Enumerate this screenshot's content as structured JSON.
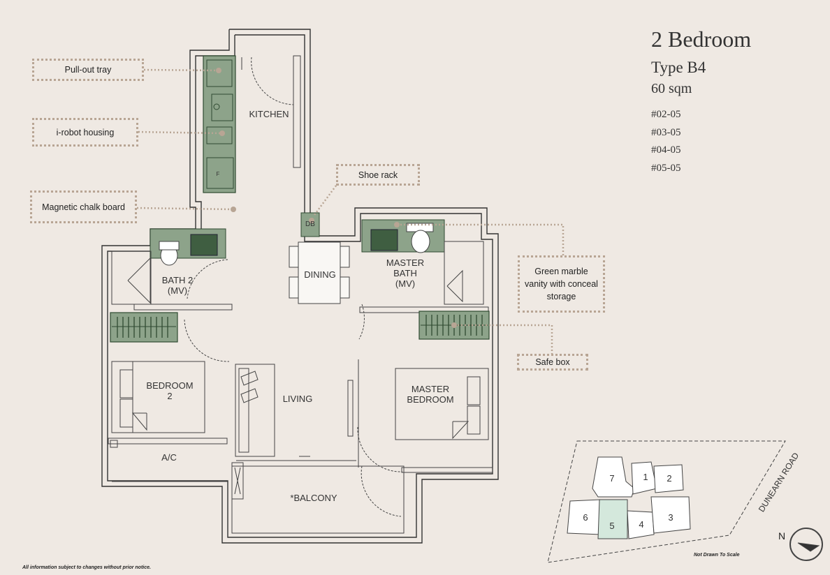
{
  "header": {
    "title": "2 Bedroom",
    "type": "Type B4",
    "area": "60 sqm",
    "units": [
      "#02-05",
      "#03-05",
      "#04-05",
      "#05-05"
    ]
  },
  "callouts": {
    "pullout_tray": "Pull-out tray",
    "irobot_housing": "i-robot housing",
    "chalk_board": "Magnetic chalk board",
    "shoe_rack": "Shoe rack",
    "green_marble": "Green marble vanity with conceal storage",
    "safe_box": "Safe box"
  },
  "rooms": {
    "kitchen": "KITCHEN",
    "bath2": "BATH 2\n(MV)",
    "dining": "DINING",
    "master_bath": "MASTER\nBATH\n(MV)",
    "bedroom2": "BEDROOM\n2",
    "living": "LIVING",
    "master_bedroom": "MASTER\nBEDROOM",
    "ac": "A/C",
    "balcony": "*BALCONY",
    "db": "DB",
    "f": "F"
  },
  "keyplan": {
    "road": "DUNEARN ROAD",
    "blocks": [
      "7",
      "1",
      "2",
      "6",
      "5",
      "4",
      "3"
    ],
    "highlighted_block": "5",
    "highlight_color": "#d4e8dc",
    "scale_note": "Not Drawn To Scale",
    "north": "N"
  },
  "footer": {
    "disclaimer": "All information subject to changes without prior notice."
  },
  "colors": {
    "background": "#efe9e3",
    "cabinet_green": "#8da38a",
    "dark_green": "#3f5e41",
    "callout_border": "#b8a594"
  }
}
